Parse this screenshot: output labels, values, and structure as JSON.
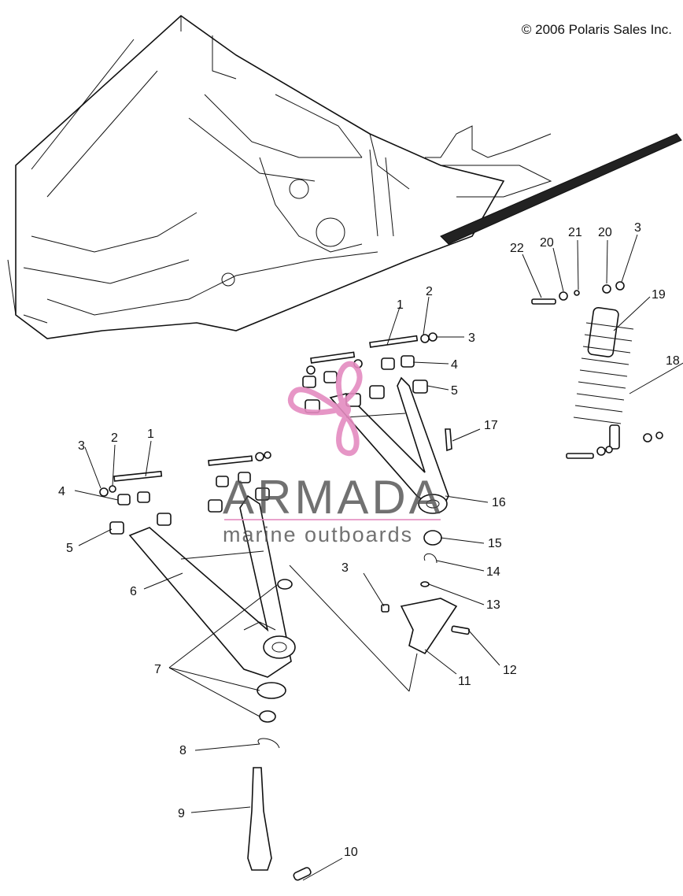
{
  "copyright": "© 2006 Polaris Sales Inc.",
  "watermark": {
    "brand": "ARMADA",
    "tagline": "marine outboards",
    "color": "#e48bc0"
  },
  "callouts": [
    {
      "id": "r1",
      "text": "1"
    },
    {
      "id": "r2",
      "text": "2"
    },
    {
      "id": "r3",
      "text": "3"
    },
    {
      "id": "r4",
      "text": "4"
    },
    {
      "id": "r5",
      "text": "5"
    },
    {
      "id": "l1",
      "text": "1"
    },
    {
      "id": "l2",
      "text": "2"
    },
    {
      "id": "l3",
      "text": "3"
    },
    {
      "id": "l4",
      "text": "4"
    },
    {
      "id": "l5",
      "text": "5"
    },
    {
      "id": "c6",
      "text": "6"
    },
    {
      "id": "c7",
      "text": "7"
    },
    {
      "id": "c8",
      "text": "8"
    },
    {
      "id": "c9",
      "text": "9"
    },
    {
      "id": "c10",
      "text": "10"
    },
    {
      "id": "c11",
      "text": "11"
    },
    {
      "id": "c12",
      "text": "12"
    },
    {
      "id": "c13",
      "text": "13"
    },
    {
      "id": "c14",
      "text": "14"
    },
    {
      "id": "c15",
      "text": "15"
    },
    {
      "id": "c16",
      "text": "16"
    },
    {
      "id": "c17",
      "text": "17"
    },
    {
      "id": "c18",
      "text": "18"
    },
    {
      "id": "c19",
      "text": "19"
    },
    {
      "id": "t20a",
      "text": "20"
    },
    {
      "id": "t20b",
      "text": "20"
    },
    {
      "id": "t21",
      "text": "21"
    },
    {
      "id": "t22",
      "text": "22"
    },
    {
      "id": "t3",
      "text": "3"
    },
    {
      "id": "m3",
      "text": "3"
    }
  ]
}
